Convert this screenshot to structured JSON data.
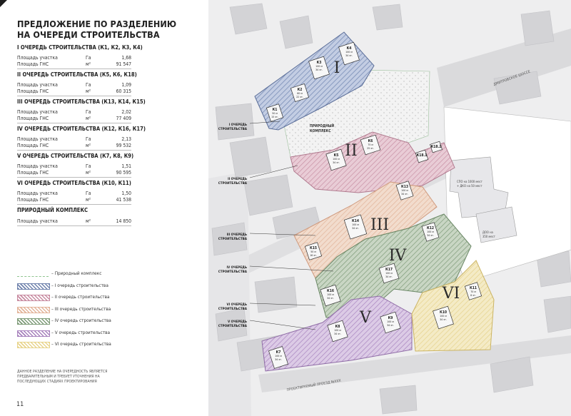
{
  "title": "ПРЕДЛОЖЕНИЕ ПО РАЗДЕЛЕНИЮ НА ОЧЕРЕДИ СТРОИТЕЛЬСТВА",
  "sections": [
    {
      "title": "I ОЧЕРЕДЬ СТРОИТЕЛЬСТВА (К1, К2, К3, К4)",
      "rows": [
        {
          "label": "Площадь участка",
          "unit": "Га",
          "value": "1,68"
        },
        {
          "label": "Площадь ГНС",
          "unit": "м²",
          "value": "91 547"
        }
      ]
    },
    {
      "title": "II ОЧЕРЕДЬ СТРОИТЕЛЬСТВА (К5, К6, К18)",
      "rows": [
        {
          "label": "Площадь участка",
          "unit": "Га",
          "value": "1,09"
        },
        {
          "label": "Площадь ГНС",
          "unit": "м²",
          "value": "60 315"
        }
      ]
    },
    {
      "title": "III ОЧЕРЕДЬ СТРОИТЕЛЬСТВА (К13, К14, К15)",
      "rows": [
        {
          "label": "Площадь участка",
          "unit": "Га",
          "value": "2,02"
        },
        {
          "label": "Площадь ГНС",
          "unit": "м²",
          "value": "77 409"
        }
      ]
    },
    {
      "title": "IV ОЧЕРЕДЬ СТРОИТЕЛЬСТВА (К12, К16, К17)",
      "rows": [
        {
          "label": "Площадь участка",
          "unit": "Га",
          "value": "2,13"
        },
        {
          "label": "Площадь ГНС",
          "unit": "м²",
          "value": "99 532"
        }
      ]
    },
    {
      "title": "V ОЧЕРЕДЬ СТРОИТЕЛЬСТВА (К7, К8, К9)",
      "rows": [
        {
          "label": "Площадь участка",
          "unit": "Га",
          "value": "1,51"
        },
        {
          "label": "Площадь ГНС",
          "unit": "м²",
          "value": "90 595"
        }
      ]
    },
    {
      "title": "VI ОЧЕРЕДЬ СТРОИТЕЛЬСТВА (К10, К11)",
      "rows": [
        {
          "label": "Площадь участка",
          "unit": "Га",
          "value": "1,50"
        },
        {
          "label": "Площадь ГНС",
          "unit": "м²",
          "value": "41 538"
        }
      ]
    },
    {
      "title": "ПРИРОДНЫЙ КОМПЛЕКС",
      "rows": [
        {
          "label": "Площадь участка",
          "unit": "м²",
          "value": "14 850"
        }
      ]
    }
  ],
  "legend": [
    {
      "label": "– Природный комплекс",
      "color": "#ffffff",
      "stroke": "#8fc48f",
      "kind": "nature"
    },
    {
      "label": "– I очередь строительства",
      "color": "#7083ad"
    },
    {
      "label": "– II очередь строительства",
      "color": "#c88aa0"
    },
    {
      "label": "– III очередь строительства",
      "color": "#e3b49a"
    },
    {
      "label": "– IV очередь строительства",
      "color": "#7e9b78"
    },
    {
      "label": "– V очередь строительства",
      "color": "#a883bd"
    },
    {
      "label": "– VI очередь строительства",
      "color": "#e8d48c"
    }
  ],
  "note": "ДАННОЕ РАЗДЕЛЕНИЕ НА ОЧЕРЕДНОСТЬ ЯВЛЯЕТСЯ ПРЕДВАРИТЕЛЬНЫМ И ТРЕБУЕТ УТОЧНЕНИЯ НА ПОСЛЕДУЮЩИХ СТАДИЯХ ПРОЕКТИРОВАНИЯ",
  "page_number": "11",
  "map": {
    "stage_numerals": [
      "I",
      "II",
      "III",
      "IV",
      "V",
      "VI"
    ],
    "callouts": [
      {
        "line1": "I ОЧЕРЕДЬ",
        "line2": "СТРОИТЕЛЬСТВА"
      },
      {
        "line1": "II ОЧЕРЕДЬ",
        "line2": "СТРОИТЕЛЬСТВА"
      },
      {
        "line1": "III ОЧЕРЕДЬ",
        "line2": "СТРОИТЕЛЬСТВА"
      },
      {
        "line1": "IV ОЧЕРЕДЬ",
        "line2": "СТРОИТЕЛЬСТВА"
      },
      {
        "line1": "VI ОЧЕРЕДЬ",
        "line2": "СТРОИТЕЛЬСТВА"
      },
      {
        "line1": "V ОЧЕРЕДЬ",
        "line2": "СТРОИТЕЛЬСТВА"
      }
    ],
    "nature_label": [
      "ПРИРОДНЫЙ",
      "КОМПЛЕКС"
    ],
    "street_labels": [
      "ДМИТРОВСКОЕ ШОССЕ",
      "ПРОЕКТИРУЕМЫЙ ПРОЕЗД №ХХХ"
    ],
    "parking": [
      [
        "СПО на 1000 мест",
        "+ ДКО на 50 мест"
      ],
      [
        "ДОО на",
        "350 мест"
      ]
    ],
    "buildings": [
      {
        "id": "К1",
        "h": "50 м",
        "fl": "15 эт."
      },
      {
        "id": "К2",
        "h": "60 м",
        "fl": "22 эт."
      },
      {
        "id": "К3",
        "h": "100 м",
        "fl": "34 эт."
      },
      {
        "id": "К4",
        "h": "100 м",
        "fl": "34 эт."
      },
      {
        "id": "К5",
        "h": "100 м",
        "fl": "34 эт."
      },
      {
        "id": "К6",
        "h": "75 м",
        "fl": "25 эт."
      },
      {
        "id": "К18.1",
        "h": "",
        "fl": ""
      },
      {
        "id": "К18.2",
        "h": "",
        "fl": ""
      },
      {
        "id": "К13",
        "h": "100 м",
        "fl": "34 эт."
      },
      {
        "id": "К14",
        "h": "100 м",
        "fl": "34 эт."
      },
      {
        "id": "К15",
        "h": "50 м",
        "fl": "16 эт."
      },
      {
        "id": "К12",
        "h": "100 м",
        "fl": "34 эт."
      },
      {
        "id": "К17",
        "h": "100 м",
        "fl": "34 эт."
      },
      {
        "id": "К16",
        "h": "100 м",
        "fl": "34 эт."
      },
      {
        "id": "К11",
        "h": "70 м",
        "fl": "8 эт."
      },
      {
        "id": "К10",
        "h": "100 м",
        "fl": "34 эт."
      },
      {
        "id": "К9",
        "h": "100 м",
        "fl": "34 эт."
      },
      {
        "id": "К8",
        "h": "100 м",
        "fl": "34 эт."
      },
      {
        "id": "К7",
        "h": "100 м",
        "fl": "34 эт."
      }
    ]
  }
}
